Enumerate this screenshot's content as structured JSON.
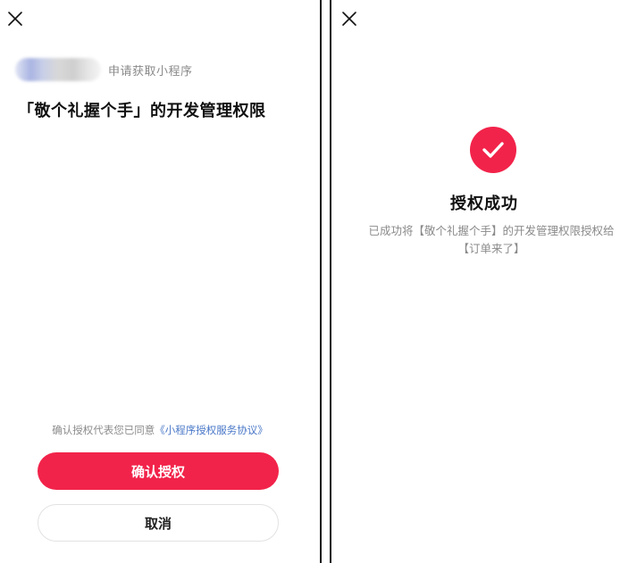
{
  "left": {
    "close_icon": "close-icon",
    "requester_suffix": "申请获取小程序",
    "title": "「敬个礼握个手」的开发管理权限",
    "agreement": {
      "prefix": "确认授权代表您已同意",
      "link": "《小程序授权服务协议》"
    },
    "confirm_label": "确认授权",
    "cancel_label": "取消"
  },
  "right": {
    "close_icon": "close-icon",
    "success_icon": "check-circle-icon",
    "title": "授权成功",
    "message": "已成功将【敬个礼握个手】的开发管理权限授权给【订单来了】"
  },
  "colors": {
    "accent": "#f2234a",
    "link": "#4a78c8",
    "muted_text": "#8a8a8a"
  }
}
